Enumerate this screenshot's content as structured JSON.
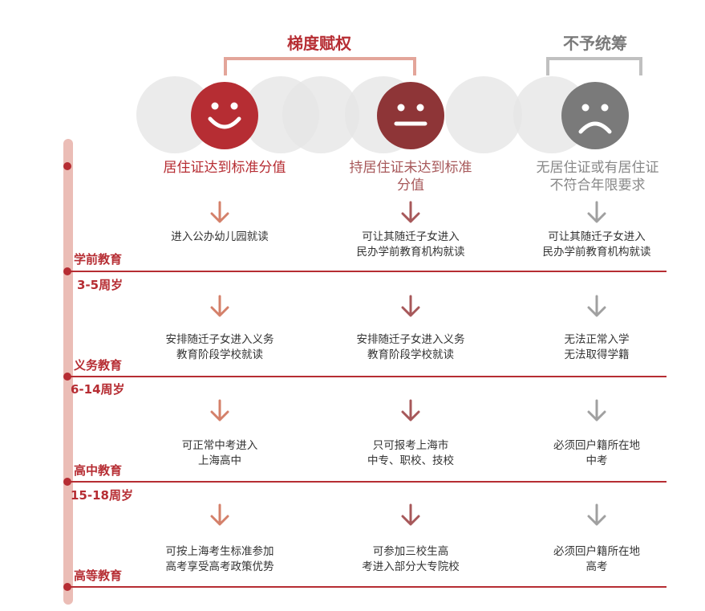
{
  "groups": {
    "tiered": "梯度赋权",
    "excluded": "不予统筹"
  },
  "colors": {
    "red": "#b62d33",
    "darkred": "#8e3537",
    "gray": "#7a7a7a",
    "salmon": "#e3a59a",
    "arrow_red": "#d4806a",
    "arrow_mid": "#a7585a",
    "arrow_gray": "#a0a0a0"
  },
  "columns": [
    {
      "condition": "居住证达到标准分值",
      "face": "smile-face-icon"
    },
    {
      "condition": "持居住证未达到标准分值",
      "face": "neutral-face-icon"
    },
    {
      "condition": "无居住证或有居住证不符合年限要求",
      "face": "sad-face-icon"
    }
  ],
  "stages": [
    {
      "name": "学前教育",
      "age": "3-5周岁",
      "outcomes": [
        "进入公办幼儿园就读",
        "可让其随迁子女进入民办学前教育机构就读",
        "可让其随迁子女进入民办学前教育机构就读"
      ]
    },
    {
      "name": "义务教育",
      "age": "6-14周岁",
      "outcomes": [
        "安排随迁子女进入义务教育阶段学校就读",
        "安排随迁子女进入义务教育阶段学校就读",
        "无法正常入学无法取得学籍"
      ]
    },
    {
      "name": "高中教育",
      "age": "15-18周岁",
      "outcomes": [
        "可正常中考进入上海高中",
        "只可报考上海市中专、职校、技校",
        "必须回户籍所在地中考"
      ]
    },
    {
      "name": "高等教育",
      "age": "",
      "outcomes": [
        "可按上海考生标准参加高考享受高考政策优势",
        "可参加三校生高考进入部分大专院校",
        "必须回户籍所在地高考"
      ]
    }
  ]
}
